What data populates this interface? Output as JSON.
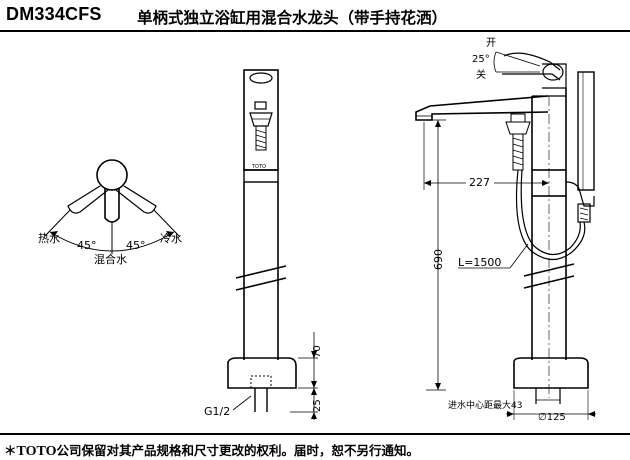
{
  "header": {
    "model": "DM334CFS",
    "title": "单柄式独立浴缸用混合水龙头（带手持花洒）"
  },
  "handle_diagram": {
    "hot_label": "热水",
    "cold_label": "冷水",
    "mix_label": "混合水",
    "angle_left": "45°",
    "angle_right": "45°"
  },
  "side_view": {
    "open_label": "开",
    "close_label": "关",
    "lever_angle": "25°",
    "spout_reach": "227",
    "height": "690",
    "hose_length": "L=1500",
    "inlet_note": "进水中心距最大43",
    "base_diameter": "∅125"
  },
  "front_view": {
    "dim_upper": "70",
    "dim_lower": "25",
    "thread": "G1/2"
  },
  "footer": {
    "star": "＊",
    "brand": "TOTO",
    "notice": "公司保留对其产品规格和尺寸更改的权利。届时，恕不另行通知。"
  }
}
